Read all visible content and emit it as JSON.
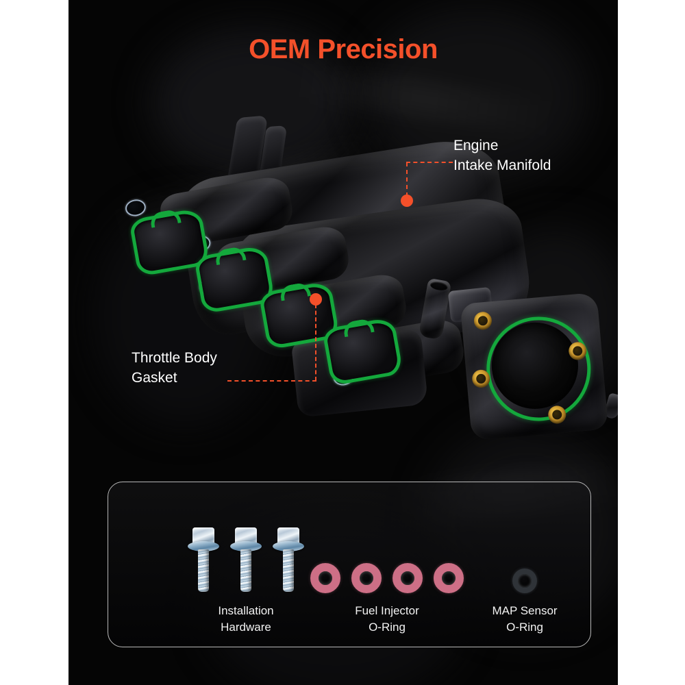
{
  "page": {
    "title": "OEM Precision",
    "accent_color": "#F4502A",
    "text_color": "#FFFFFF",
    "background_color": "#050505",
    "page_border_color": "#FFFFFF"
  },
  "callouts": [
    {
      "id": "engine-intake-manifold",
      "line1": "Engine",
      "line2": "Intake Manifold",
      "marker_color": "#F4502A"
    },
    {
      "id": "throttle-body-gasket",
      "line1": "Throttle Body",
      "line2": "Gasket",
      "marker_color": "#F4502A"
    }
  ],
  "product": {
    "name": "Engine Intake Manifold",
    "gasket_color": "#14A83C",
    "insert_color": "#C8932A",
    "body_color": "#1A1A1E"
  },
  "kit_panel": {
    "border_color": "#B9B9B9",
    "items": [
      {
        "id": "installation-hardware",
        "line1": "Installation",
        "line2": "Hardware",
        "art": "screws",
        "count": 3,
        "color": "#B9C9D8"
      },
      {
        "id": "fuel-injector-o-ring",
        "line1": "Fuel Injector",
        "line2": "O-Ring",
        "art": "o-rings",
        "count": 4,
        "color": "#CD6F86"
      },
      {
        "id": "map-sensor-o-ring",
        "line1": "MAP Sensor",
        "line2": "O-Ring",
        "art": "o-ring",
        "count": 1,
        "color": "#2F3338"
      }
    ]
  }
}
